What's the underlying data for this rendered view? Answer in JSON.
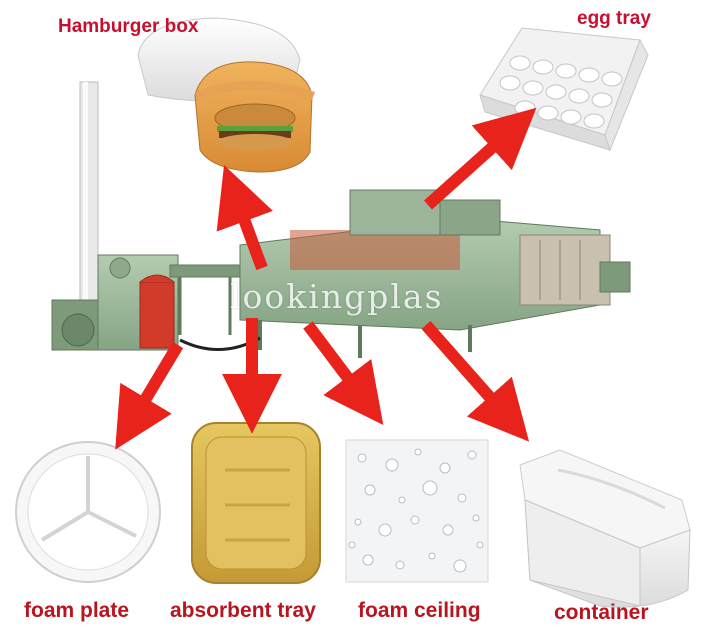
{
  "labels": {
    "hamburger_box": "Hamburger box",
    "egg_tray": "egg tray",
    "foam_plate": "foam plate",
    "absorbent_tray": "absorbent tray",
    "foam_ceiling": "foam ceiling",
    "container": "container"
  },
  "watermark": "lookingplas",
  "colors": {
    "arrow": "#e8231b",
    "label_red": "#c8102e",
    "machine_green": "#9bb89a",
    "foam_white": "#f4f4f2",
    "absorbent_yellow": "#d8b54a"
  }
}
